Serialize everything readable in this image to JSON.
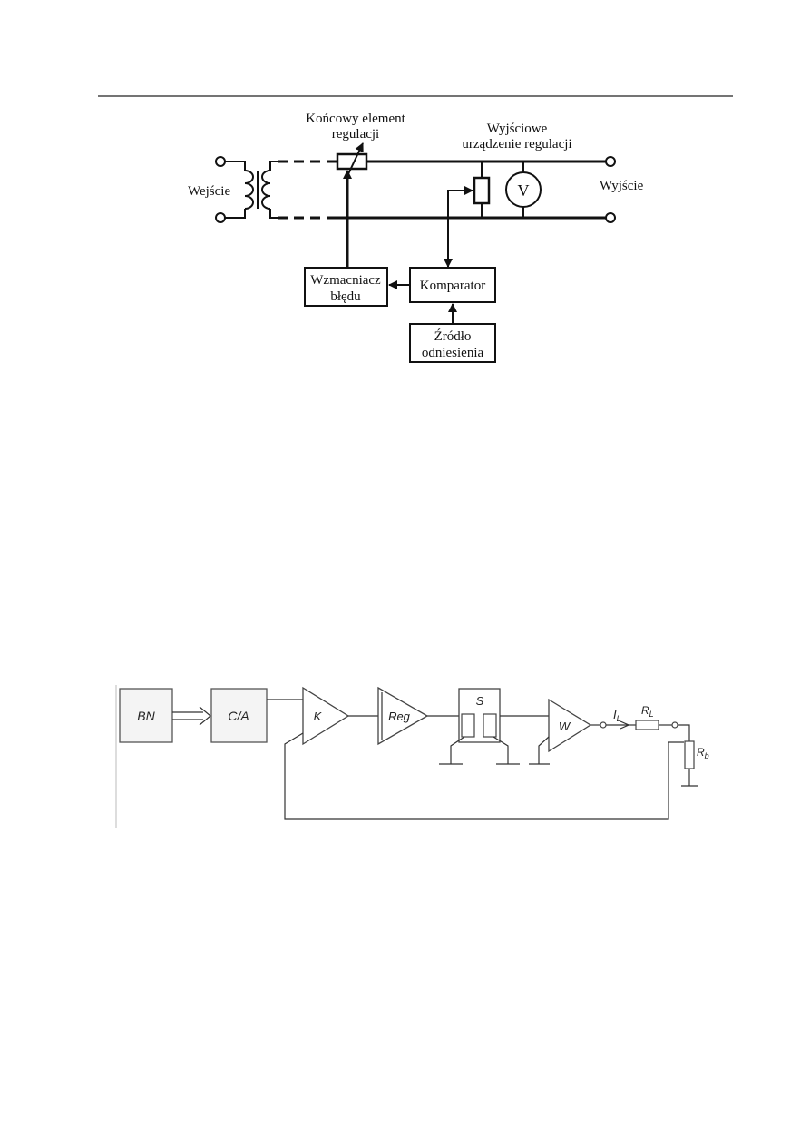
{
  "diagram1": {
    "labels": {
      "input": "Wejście",
      "output": "Wyjście",
      "final_element_line1": "Końcowy element",
      "final_element_line2": "regulacji",
      "output_device_line1": "Wyjściowe",
      "output_device_line2": "urządzenie regulacji",
      "error_amp_line1": "Wzmacniacz",
      "error_amp_line2": "błędu",
      "comparator": "Komparator",
      "reference_line1": "Źródło",
      "reference_line2": "odniesienia",
      "voltmeter": "V"
    }
  },
  "diagram2": {
    "blocks": {
      "bn": "BN",
      "ca": "C/A",
      "k": "K",
      "reg": "Reg",
      "s": "S",
      "w": "W"
    },
    "labels": {
      "current_main": "I",
      "current_sub": "L",
      "rl_main": "R",
      "rl_sub": "L",
      "rb_main": "R",
      "rb_sub": "b"
    }
  },
  "colors": {
    "line": "#111111",
    "scan_box_fill": "#f4f4f4",
    "scan_box_stroke": "#555555"
  }
}
